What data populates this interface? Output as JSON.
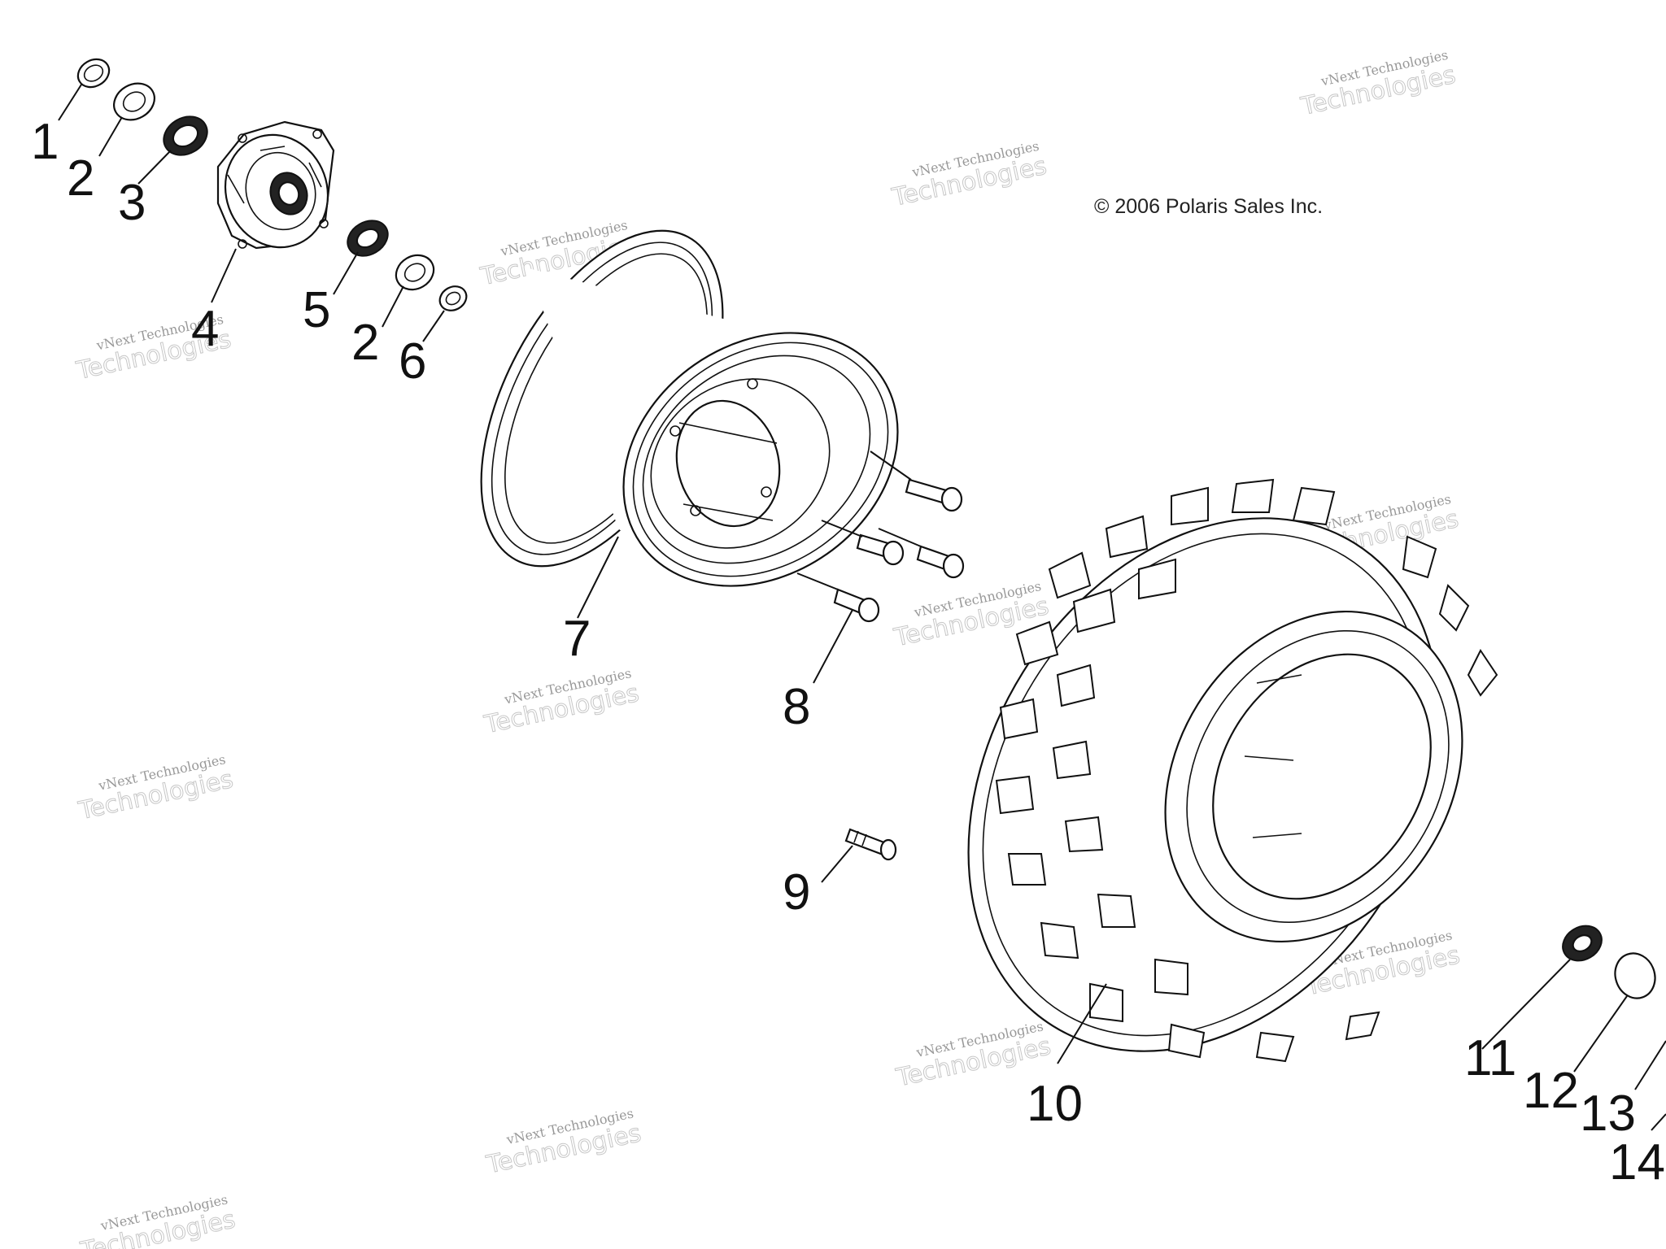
{
  "copyright": "© 2006 Polaris Sales Inc.",
  "watermark": {
    "small": "vNext Technologies",
    "big": "Technologies",
    "top": "vNext"
  },
  "callouts": {
    "c1": "1",
    "c2a": "2",
    "c3": "3",
    "c4": "4",
    "c5": "5",
    "c2b": "2",
    "c6": "6",
    "c7": "7",
    "c8": "8",
    "c9": "9",
    "c10": "10",
    "c11": "11",
    "c12": "12",
    "c13": "13",
    "c14": "14"
  }
}
